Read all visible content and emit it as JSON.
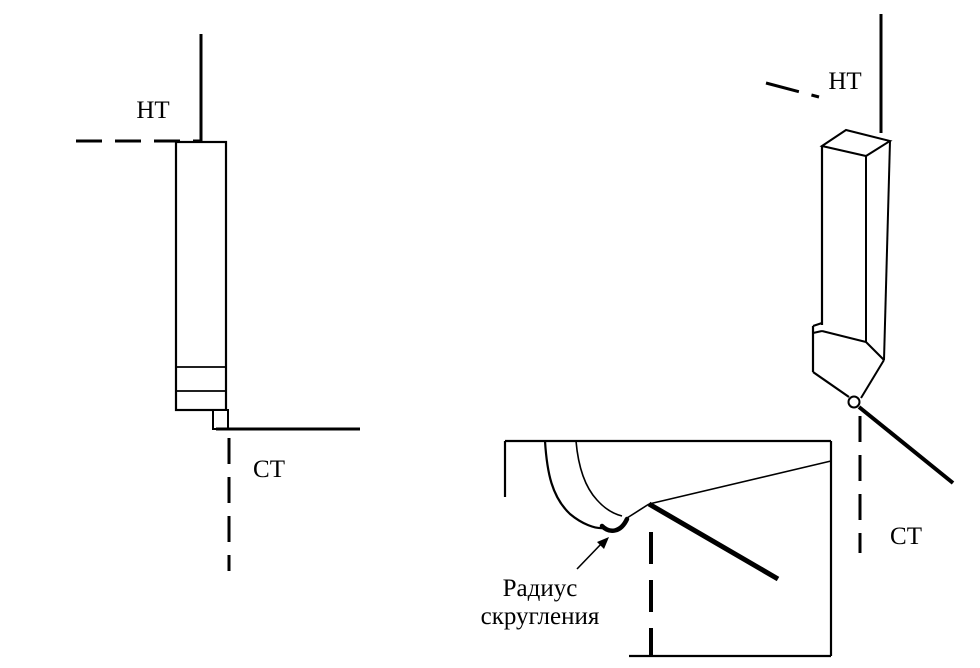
{
  "diagram": {
    "left_view": {
      "top_label": "НТ",
      "bottom_label": "СТ"
    },
    "right_view": {
      "top_label": "НТ",
      "bottom_label": "СТ"
    },
    "detail_view": {
      "callout": {
        "line1": "Радиус",
        "line2": "скругления"
      }
    }
  },
  "colors": {
    "ink": "#000000",
    "paper": "#ffffff"
  }
}
